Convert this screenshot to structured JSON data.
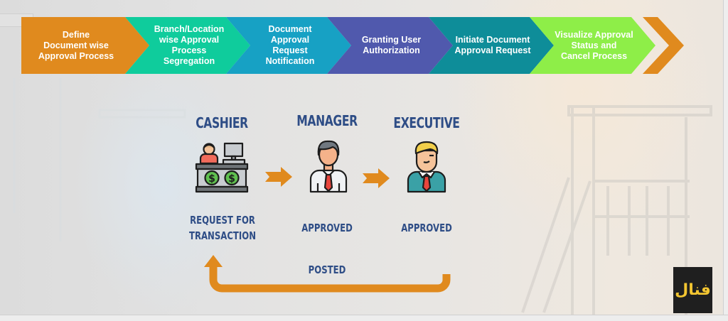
{
  "process_steps": [
    {
      "label": "Define\nDocument wise\nApproval Process",
      "color": "#e08a1e"
    },
    {
      "label": "Branch/Location\nwise Approval\nProcess\nSegregation",
      "color": "#0fcc9c"
    },
    {
      "label": "Document\nApproval\nRequest\nNotification",
      "color": "#17a1c4"
    },
    {
      "label": "Granting User\nAuthorization",
      "color": "#5059ad"
    },
    {
      "label": "Initiate Document\nApproval Request",
      "color": "#0e8d99"
    },
    {
      "label": "Visualize Approval\nStatus and\nCancel Process",
      "color": "#8eee48"
    }
  ],
  "end_chevron_color": "#e08a1e",
  "workflow": {
    "roles": [
      {
        "title": "CASHIER",
        "icon": "cashier-icon",
        "status": "REQUEST FOR\nTRANSACTION"
      },
      {
        "title": "MANAGER",
        "icon": "manager-icon",
        "status": "APPROVED"
      },
      {
        "title": "EXECUTIVE",
        "icon": "executive-icon",
        "status": "APPROVED"
      }
    ],
    "return_label": "POSTED",
    "arrow_color": "#e08a1e",
    "text_color": "#2e4d86"
  },
  "logo": {
    "glyph": "فنال",
    "color": "#f2c531"
  }
}
